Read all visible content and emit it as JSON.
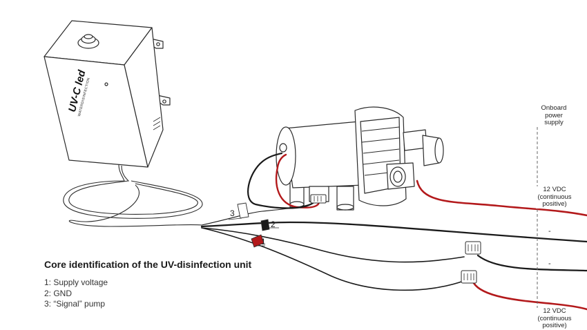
{
  "device": {
    "brand": "UV-C led",
    "subtitle": "WATERDISINFECTION"
  },
  "supply_labels": {
    "onboard": [
      "Onboard",
      "power",
      "supply"
    ],
    "top": [
      "12 VDC",
      "(continuous",
      "positive)"
    ],
    "bottom": [
      "12 VDC",
      "(continuous",
      "positive)"
    ],
    "minus_upper": "-",
    "minus_lower": "-"
  },
  "core_numbers": [
    "1",
    "2",
    "3"
  ],
  "legend": {
    "title": "Core identification of the UV-disinfection unit",
    "items": [
      "1: Supply voltage",
      "2: GND",
      "3: “Signal” pump"
    ]
  },
  "colors": {
    "positive_wire": "#b3191b",
    "ground_wire": "#1a1a1a",
    "outline": "#2a2a2a"
  }
}
